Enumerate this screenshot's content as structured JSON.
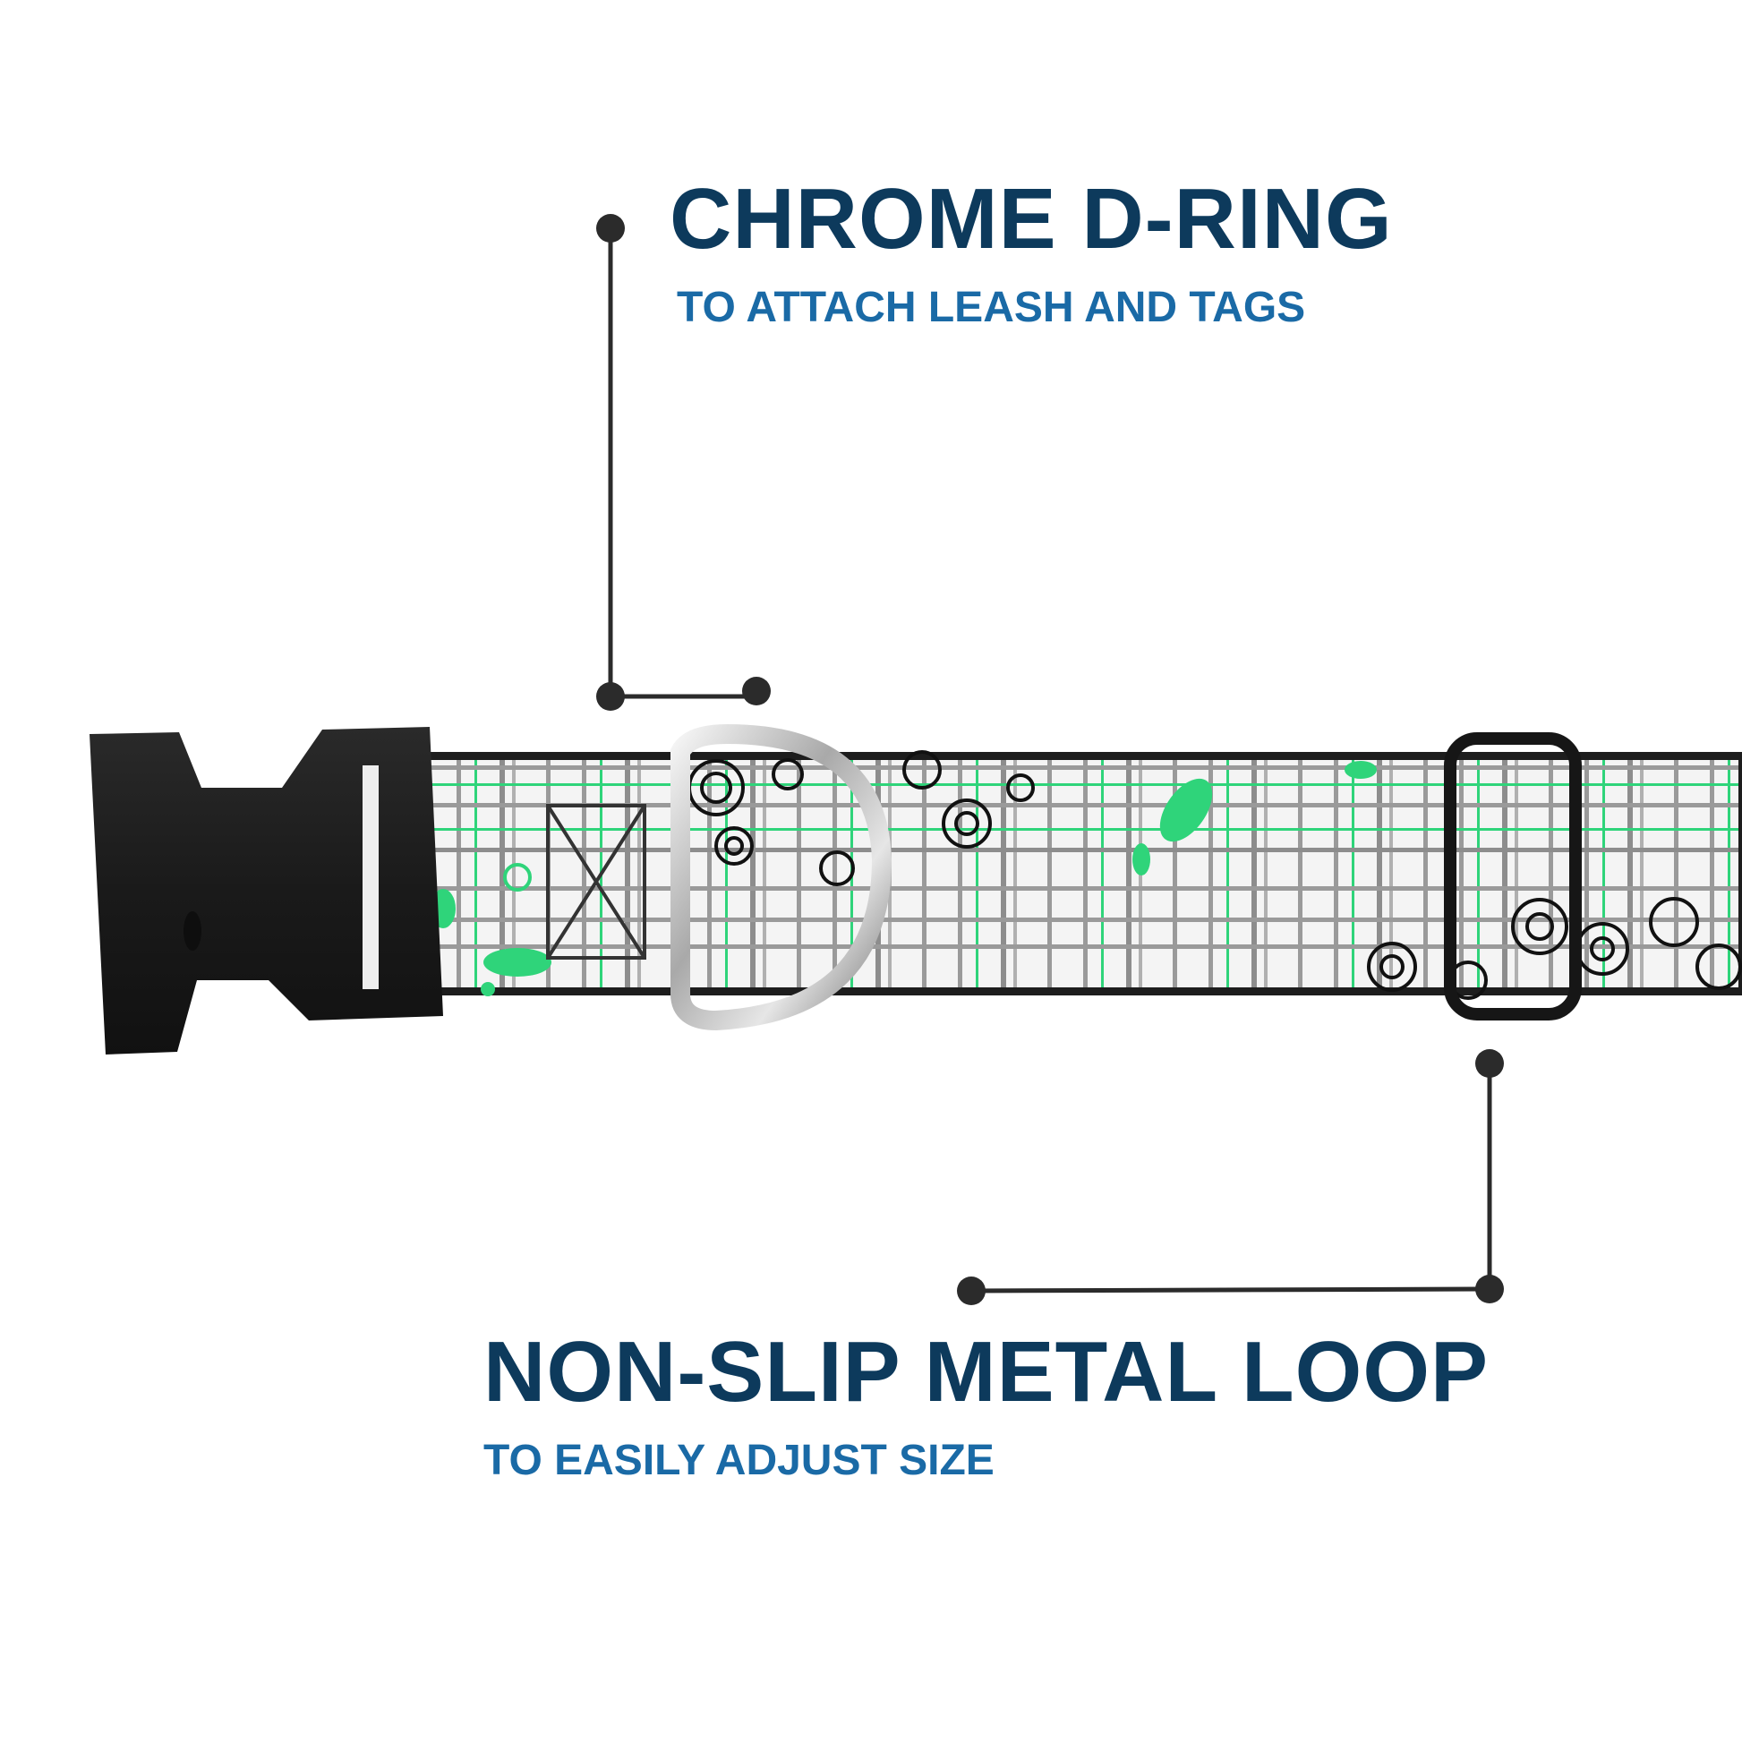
{
  "callouts": {
    "dring": {
      "title": "CHROME D-RING",
      "subtitle": "TO ATTACH LEASH AND TAGS"
    },
    "loop": {
      "title": "NON-SLIP METAL LOOP",
      "subtitle": "TO EASILY ADJUST SIZE"
    }
  },
  "colors": {
    "title": "#0d3a5c",
    "subtitle": "#1a6aa6",
    "leader_line": "#2b2b2b",
    "buckle": "#1c1c1c",
    "strap_base": "#f2f2f2",
    "plaid_grey": "#8a8a8a",
    "plaid_green": "#2fd47a",
    "dring_chrome": "#c8c8c8"
  },
  "product": {
    "image_alt": "dog collar with plastic buckle, chrome d-ring and metal slide loop"
  }
}
